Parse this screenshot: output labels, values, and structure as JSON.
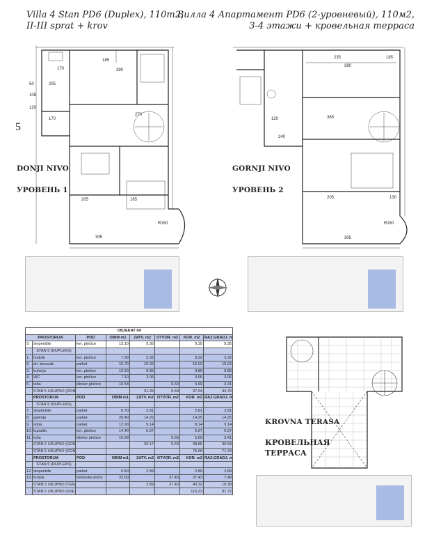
{
  "header_left": {
    "line1": "Villa 4 Stan PD6 (Duplex), 110m2,",
    "line2": "II-III sprat + krov"
  },
  "header_right": {
    "line1": "Вилла 4 Апартамент PD6 (2-уровневый), 110м2,",
    "line2": "3-4 этажи + кровельная терраса"
  },
  "labels": {
    "donji_nivo": "DONJI NIVO",
    "uroven1": "УРОВЕНЬ 1",
    "gornji_nivo": "GORNJI NIVO",
    "uroven2": "УРОВЕНЬ 2",
    "krovna_terasa": "KROVNA TERASA",
    "krov_ru_1": "КРОВЕЛЬНАЯ",
    "krov_ru_2": "ТЕРРАСА",
    "marker": "5"
  },
  "dimensions_lower": [
    "170",
    "205",
    "390",
    "185",
    "170",
    "270",
    "205",
    "305",
    "R150",
    "165",
    "50",
    "105",
    "120"
  ],
  "dimensions_upper": [
    "390",
    "235",
    "185",
    "365",
    "240",
    "120",
    "205",
    "305",
    "R150",
    "130"
  ],
  "table": {
    "title": "OBJEKAT 04",
    "columns": [
      "PROSTORIJA",
      "POD",
      "OBIM m1",
      "ZATV. m2",
      "OTVOR. m2",
      "KOR. m2",
      "RAZ.GRADJ. m2"
    ],
    "rows": [
      {
        "type": "wh",
        "cells": [
          "S",
          "stepenište",
          "ker. pločice",
          "13.10",
          "9.35",
          "",
          "9.35",
          "9.35"
        ]
      },
      {
        "type": "sub",
        "cells": [
          "",
          "STAN 5 (DUPLEKS)",
          "",
          "",
          "",
          "",
          "",
          ""
        ]
      },
      {
        "type": "blue",
        "cells": [
          "1.",
          "hodnik",
          "ker. pločice",
          "7.39",
          "3.32",
          "",
          "3.32",
          "3.32"
        ]
      },
      {
        "type": "blue",
        "cells": [
          "2.",
          "dn. boravak",
          "parket",
          "15.70",
          "15.02",
          "",
          "15.02",
          "15.02"
        ]
      },
      {
        "type": "blue",
        "cells": [
          "3.",
          "kuhinja",
          "ker. pločice",
          "12.90",
          "9.85",
          "",
          "9.85",
          "9.85"
        ]
      },
      {
        "type": "blue",
        "cells": [
          "4.",
          "WC",
          "ker. pločice",
          "7.10",
          "3.06",
          "",
          "3.06",
          "3.06"
        ]
      },
      {
        "type": "blue",
        "cells": [
          "5.",
          "lođa",
          "klinker pločice",
          "10.58",
          "",
          "5.69",
          "5.69",
          "3.41"
        ]
      },
      {
        "type": "sum",
        "cells": [
          "",
          "STAN 5 UKUPNO (DONJI NIVO)",
          "",
          "",
          "31.35",
          "5.69",
          "37.04",
          "34.76"
        ]
      },
      {
        "type": "hd",
        "cells": [
          "",
          "PROSTORIJA",
          "POD",
          "OBIM m1",
          "ZATV. m2",
          "OTVOR. m2",
          "KOR. m2",
          "RAZ.GRADJ. m2"
        ]
      },
      {
        "type": "sub",
        "cells": [
          "",
          "STAN 5 (DUPLEKS)",
          "",
          "",
          "",
          "",
          "",
          ""
        ]
      },
      {
        "type": "blue",
        "cells": [
          "7.",
          "stepenište",
          "parket",
          "6.70",
          "2.81",
          "",
          "2.81",
          "2.81"
        ]
      },
      {
        "type": "blue",
        "cells": [
          "8.",
          "galerija",
          "parket",
          "20.40",
          "14.25",
          "",
          "14.25",
          "14.25"
        ]
      },
      {
        "type": "blue",
        "cells": [
          "9.",
          "soba",
          "parket",
          "12.90",
          "9.14",
          "",
          "9.14",
          "9.14"
        ]
      },
      {
        "type": "blue",
        "cells": [
          "10.",
          "kupatilo",
          "ker. pločice",
          "14.40",
          "6.97",
          "",
          "6.97",
          "6.97"
        ]
      },
      {
        "type": "blue",
        "cells": [
          "11.",
          "lođa",
          "klinker pločice",
          "10.58",
          "",
          "5.69",
          "5.69",
          "3.41"
        ]
      },
      {
        "type": "sum",
        "cells": [
          "",
          "STAN 5 UKUPNO (GORNJI NIVO)",
          "",
          "",
          "33.17",
          "5.69",
          "38.86",
          "36.58"
        ]
      },
      {
        "type": "sum",
        "cells": [
          "",
          "STAN 5 UKUPNO (DONJI I GORNJI NIVO)",
          "",
          "",
          "",
          "",
          "75.90",
          "71.34"
        ]
      },
      {
        "type": "hd",
        "cells": [
          "",
          "PROSTORIJA",
          "POD",
          "OBIM m1",
          "ZATV. m2",
          "OTVOR. m2",
          "KOR. m2",
          "RAZ.GRADJ. m2"
        ]
      },
      {
        "type": "sub",
        "cells": [
          "",
          "STAN 5 (DUPLEKS)",
          "",
          "",
          "",
          "",
          "",
          ""
        ]
      },
      {
        "type": "blue",
        "cells": [
          "12.",
          "stepenište",
          "parket",
          "6.80",
          "2.89",
          "",
          "2.89",
          "2.89"
        ]
      },
      {
        "type": "blue",
        "cells": [
          "13.",
          "terasa",
          "betonske ploče",
          "33.60",
          "",
          "37.43",
          "37.43",
          "7.49"
        ]
      },
      {
        "type": "sum",
        "cells": [
          "",
          "STAN 5 UKUPNO (TERASA)",
          "",
          "",
          "2.89",
          "37.43",
          "40.32",
          "10.38"
        ]
      },
      {
        "type": "sum",
        "cells": [
          "",
          "STAN 5 UKUPNO (SVE ETAŽE)",
          "",
          "",
          "",
          "",
          "116.22",
          "81.72"
        ]
      }
    ]
  },
  "colors": {
    "table_blue": "#b9c6ea",
    "highlight": "#8fa8e0",
    "line": "#222222"
  }
}
